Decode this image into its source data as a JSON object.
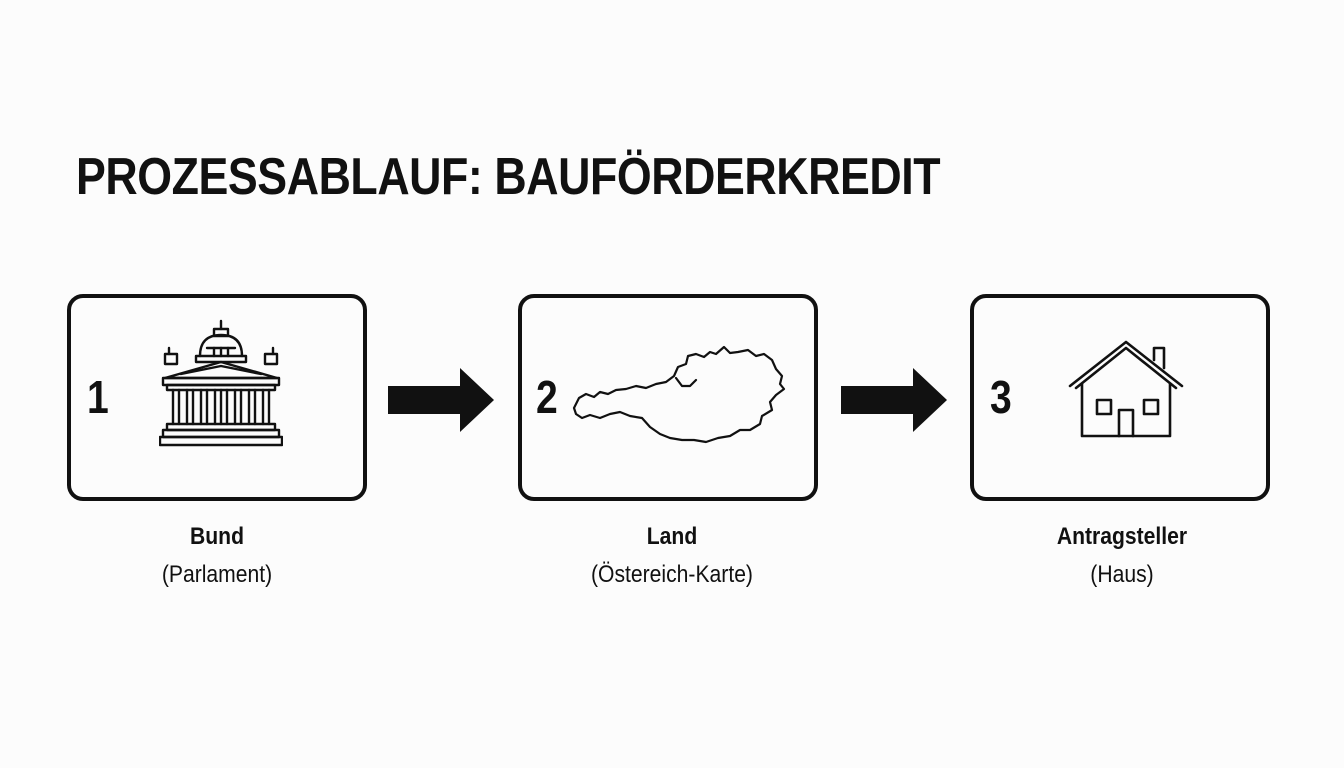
{
  "title": "PROZESSABLAUF: BAUFÖRDERKREDIT",
  "steps": [
    {
      "number": "1",
      "name": "Bund",
      "detail": "(Parlament)",
      "icon": "parliament-icon"
    },
    {
      "number": "2",
      "name": "Land",
      "detail": "(Östereich-Karte)",
      "icon": "austria-map-icon"
    },
    {
      "number": "3",
      "name": "Antragsteller",
      "detail": "(Haus)",
      "icon": "house-icon"
    }
  ],
  "colors": {
    "background": "#fcfcfc",
    "ink": "#111111"
  }
}
